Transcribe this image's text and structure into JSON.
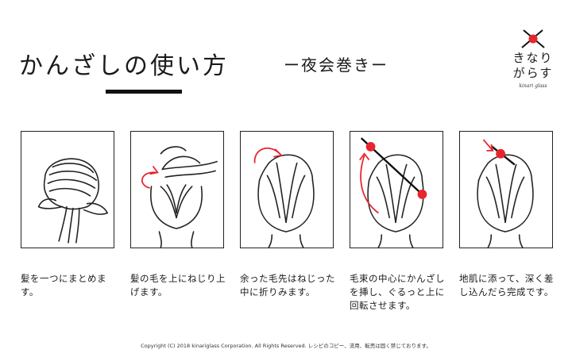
{
  "header": {
    "title": "かんざしの使い方",
    "subtitle": "ー夜会巻きー"
  },
  "logo": {
    "line1": "きなり",
    "line2": "がらす",
    "signature": "kinari glass",
    "accent_color": "#e6262e"
  },
  "steps": [
    {
      "illustration": "hair-gathered-ponytail",
      "caption": "髪を一つにまとめます。"
    },
    {
      "illustration": "hair-twist-upward",
      "caption": "髪の毛を上にねじり上げます。"
    },
    {
      "illustration": "tuck-remaining-ends",
      "caption": "余った毛先はねじった中に折りみます。"
    },
    {
      "illustration": "insert-and-rotate-kanzashi",
      "caption": "毛束の中心にかんざしを挿し、ぐるっと上に回転させます。"
    },
    {
      "illustration": "push-kanzashi-in",
      "caption": "地肌に添って、深く差し込んだら完成です。"
    }
  ],
  "footer": {
    "copyright": "Copyright (C) 2018 kinariglass Corporation. All Rights Reserved. レシピのコピー、流用、転売は固く禁じております。"
  }
}
